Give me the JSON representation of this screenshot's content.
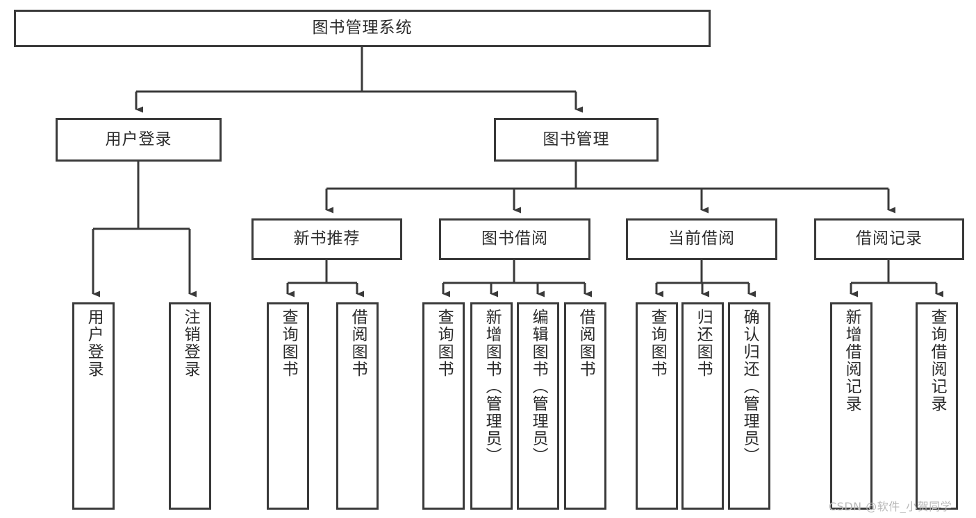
{
  "diagram": {
    "type": "tree-hierarchy",
    "title_node": {
      "label": "图书管理系统"
    },
    "level2": [
      {
        "label": "用户登录"
      },
      {
        "label": "图书管理"
      }
    ],
    "level3": [
      {
        "label": "新书推荐"
      },
      {
        "label": "图书借阅"
      },
      {
        "label": "当前借阅"
      },
      {
        "label": "借阅记录"
      }
    ],
    "leaves": {
      "user_login": [
        {
          "label": "用户登录"
        },
        {
          "label": "注销登录"
        }
      ],
      "new_book_recommend": [
        {
          "label": "查询图书"
        },
        {
          "label": "借阅图书"
        }
      ],
      "book_borrow": [
        {
          "label": "查询图书"
        },
        {
          "label": "新增图书（管理员）"
        },
        {
          "label": "编辑图书（管理员）"
        },
        {
          "label": "借阅图书"
        }
      ],
      "current_borrow": [
        {
          "label": "查询图书"
        },
        {
          "label": "归还图书"
        },
        {
          "label": "确认归还（管理员）"
        }
      ],
      "borrow_record": [
        {
          "label": "新增借阅记录"
        },
        {
          "label": "查询借阅记录"
        }
      ]
    }
  },
  "watermark": {
    "text": "CSDN @软件_小贺同学"
  },
  "colors": {
    "border": "#3a3a3a",
    "text": "#2b2b2b",
    "background": "#ffffff",
    "watermark": "#b9b9b9"
  }
}
